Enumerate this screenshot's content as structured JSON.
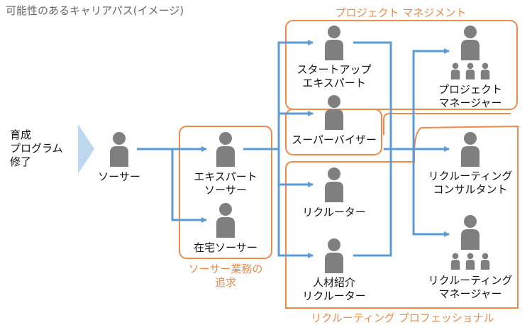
{
  "title": "可能性のあるキャリアパス(イメージ)",
  "start": {
    "label": "育成\nプログラム\n修了"
  },
  "nodes": {
    "sourcer": "ソーサー",
    "expert_sourcer": "エキスパート\nソーサー",
    "home_sourcer": "在宅ソーサー",
    "startup_expert": "スタートアップ\nエキスパート",
    "supervisor": "スーパーバイザー",
    "recruiter": "リクルーター",
    "agency_recruiter": "人材紹介\nリクルーター",
    "project_manager": "プロジェクト\nマネージャー",
    "recruiting_consultant": "リクルーティング\nコンサルタント",
    "recruiting_manager": "リクルーティング\nマネージャー"
  },
  "groups": {
    "project_management": "プロジェクト マネジメント",
    "sourcing_pursuit": "ソーサー業務の\n追求",
    "recruiting_professional": "リクルーティング プロフェッショナル"
  },
  "colors": {
    "arrow": "#5b9bd5",
    "group_border": "#ed8b4f",
    "person": "#7f7f7f",
    "start_arrow": "#bdd7ee"
  }
}
